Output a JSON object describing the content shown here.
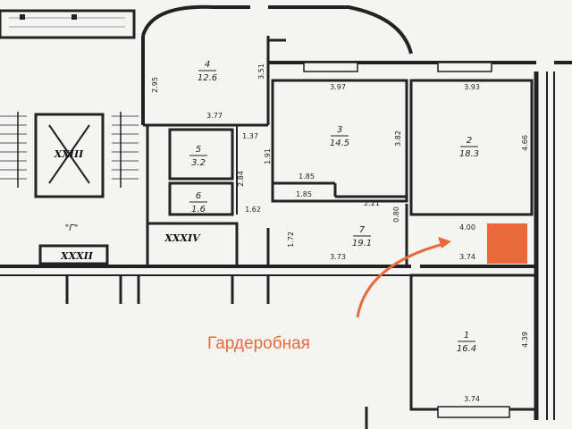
{
  "colors": {
    "accent": "#e86a3a",
    "wall": "#222222",
    "paper": "#f4f4f2"
  },
  "rooms": [
    {
      "id": "4",
      "area": "12.6"
    },
    {
      "id": "3",
      "area": "14.5"
    },
    {
      "id": "2",
      "area": "18.3"
    },
    {
      "id": "5",
      "area": "3.2"
    },
    {
      "id": "6",
      "area": "1.6"
    },
    {
      "id": "7",
      "area": "19.1"
    },
    {
      "id": "1",
      "area": "16.4"
    }
  ],
  "dimensions": [
    "2.95",
    "3.51",
    "3.77",
    "3.97",
    "3.93",
    "3.82",
    "4.66",
    "1.37",
    "1.91",
    "2.84",
    "1.85",
    "1.85",
    "2.21",
    "0.80",
    "4.00",
    "1.62",
    "1.72",
    "3.73",
    "3.74",
    "4.39",
    "3.74"
  ],
  "labels": {
    "xxiii": "XXIII",
    "g": "\"Г\"",
    "xxxiv": "XXXIV",
    "xxxii": "XXXII"
  },
  "callout": {
    "text": "Гардеробная"
  }
}
